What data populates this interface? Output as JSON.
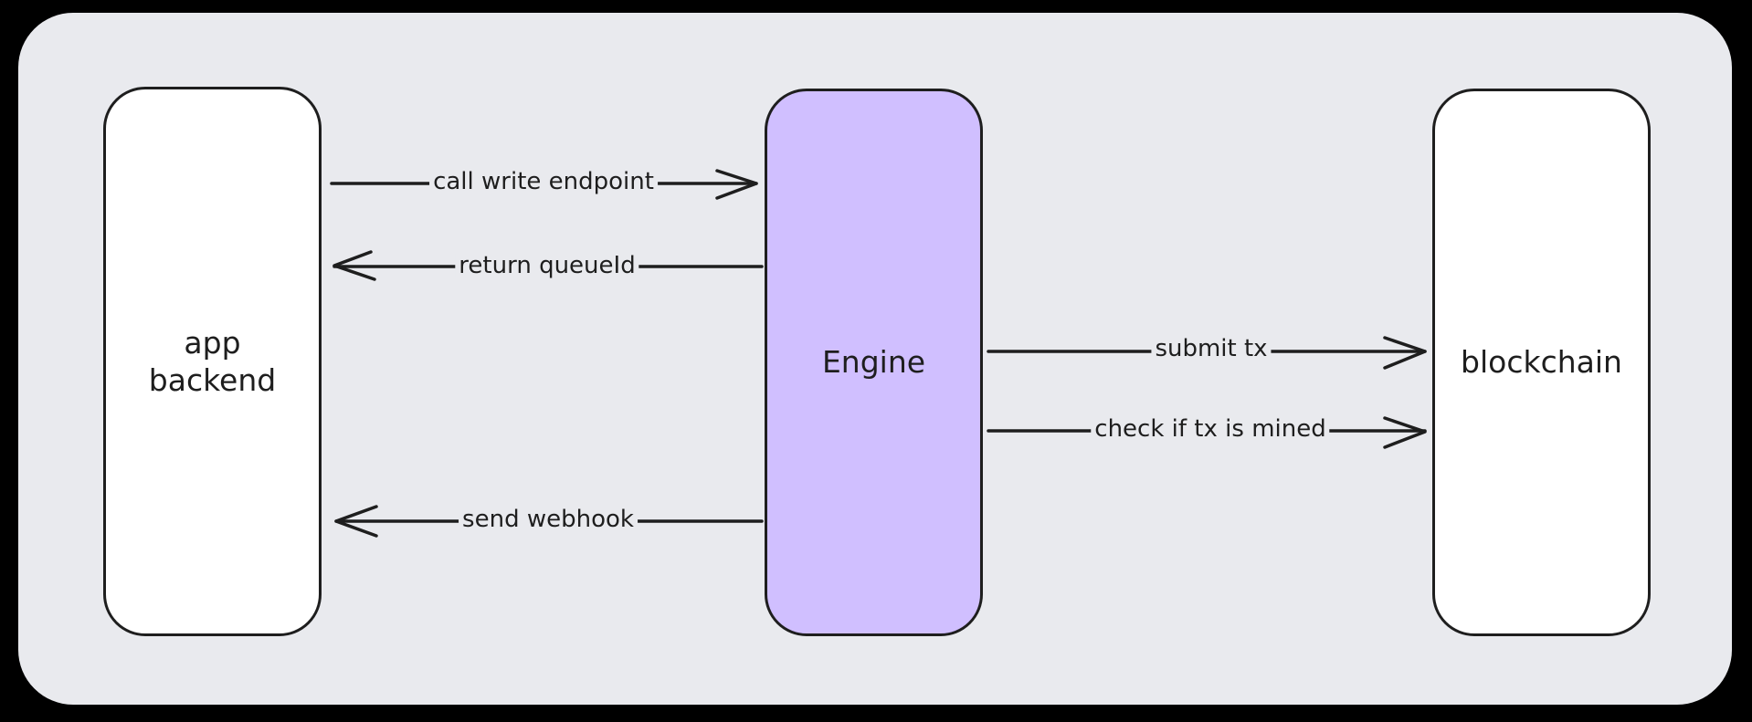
{
  "colors": {
    "background": "#000000",
    "canvas": "#e9eaee",
    "stroke": "#1e1e1e",
    "node_default": "#ffffff",
    "node_engine": "#d0bfff"
  },
  "nodes": {
    "app_backend": {
      "line1": "app",
      "line2": "backend"
    },
    "engine": {
      "label": "Engine"
    },
    "blockchain": {
      "label": "blockchain"
    }
  },
  "edges": [
    {
      "label": "call write endpoint",
      "from": "app_backend",
      "to": "engine"
    },
    {
      "label": "return queueId",
      "from": "engine",
      "to": "app_backend"
    },
    {
      "label": "send webhook",
      "from": "engine",
      "to": "app_backend"
    },
    {
      "label": "submit tx",
      "from": "engine",
      "to": "blockchain"
    },
    {
      "label": "check if tx is mined",
      "from": "engine",
      "to": "blockchain"
    }
  ]
}
